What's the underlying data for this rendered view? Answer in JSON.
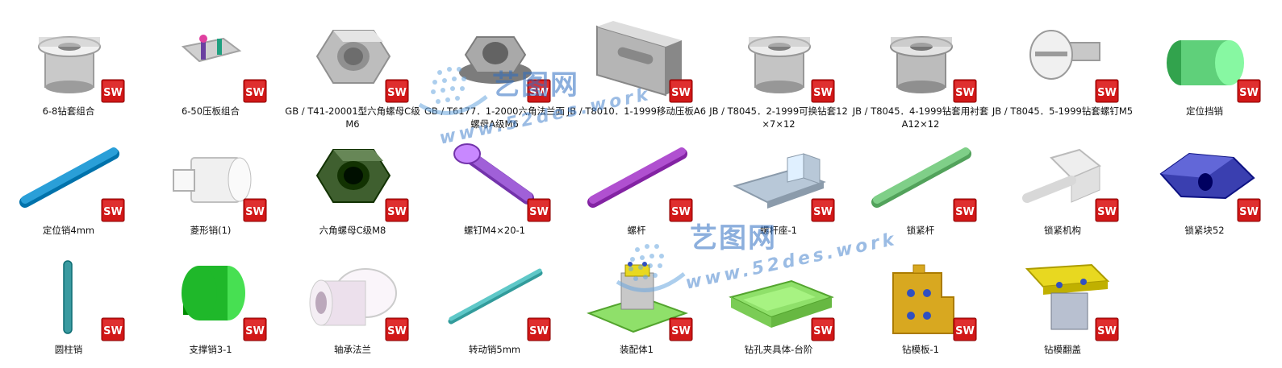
{
  "format_badge": "SW",
  "watermark": {
    "cn": "艺图网",
    "en": "www.52des.work"
  },
  "items": [
    {
      "label": "6-8钻套组合",
      "icon": "drill-bushing-assembly-icon",
      "color": "#c9c9c9"
    },
    {
      "label": "6-50压板组合",
      "icon": "clamp-plate-assembly-icon",
      "color": "#d0d0d0"
    },
    {
      "label": "GB / T41-20001型六角螺母C级M6",
      "icon": "hex-nut-icon",
      "color": "#bdbdbd"
    },
    {
      "label": "GB / T6177．1-2000六角法兰面螺母A级M6",
      "icon": "flange-nut-icon",
      "color": "#a9a9a9"
    },
    {
      "label": "JB / T8010．1-1999移动压板A6",
      "icon": "moving-clamp-plate-icon",
      "color": "#b5b5b5"
    },
    {
      "label": "JB / T8045．2-1999可换钻套12×7×12",
      "icon": "replaceable-bushing-icon",
      "color": "#c4c4c4"
    },
    {
      "label": "JB / T8045．4-1999钻套用衬套A12×12",
      "icon": "bushing-liner-icon",
      "color": "#bcbcbc"
    },
    {
      "label": "JB / T8045．5-1999钻套螺钉M5",
      "icon": "bushing-screw-icon",
      "color": "#c8c8c8"
    },
    {
      "label": "定位挡销",
      "icon": "locating-stop-pin-icon",
      "color": "#5fd07a"
    },
    {
      "label": "定位销4mm",
      "icon": "locating-pin-icon",
      "color": "#2a9fd8"
    },
    {
      "label": "菱形销(1)",
      "icon": "diamond-pin-icon",
      "color": "#f0f0f0"
    },
    {
      "label": "六角螺母C级M8",
      "icon": "hex-nut-green-icon",
      "color": "#3f5f2f"
    },
    {
      "label": "螺钉M4×20-1",
      "icon": "screw-icon",
      "color": "#a060d8"
    },
    {
      "label": "螺杆",
      "icon": "threaded-rod-icon",
      "color": "#b050d0"
    },
    {
      "label": "螺杆座-1",
      "icon": "rod-seat-icon",
      "color": "#b8c8d8"
    },
    {
      "label": "锁紧杆",
      "icon": "locking-rod-icon",
      "color": "#7fcf88"
    },
    {
      "label": "锁紧机构",
      "icon": "locking-mechanism-icon",
      "color": "#eeeeee"
    },
    {
      "label": "锁紧块52",
      "icon": "locking-block-icon",
      "color": "#3a3fb0"
    },
    {
      "label": "圆柱销",
      "icon": "cylindrical-pin-icon",
      "color": "#3a9aa0"
    },
    {
      "label": "支撑销3-1",
      "icon": "support-pin-icon",
      "color": "#1fb82a"
    },
    {
      "label": "轴承法兰",
      "icon": "bearing-flange-icon",
      "color": "#ece0ec"
    },
    {
      "label": "转动销5mm",
      "icon": "rotating-pin-icon",
      "color": "#5fc8c8"
    },
    {
      "label": "装配体1",
      "icon": "assembly-icon",
      "color": "#8fe06a"
    },
    {
      "label": "钻孔夹具体-台阶",
      "icon": "drilling-fixture-icon",
      "color": "#8fe06a"
    },
    {
      "label": "钻模板-1",
      "icon": "drill-jig-plate-icon",
      "color": "#d8a820"
    },
    {
      "label": "钻模翻盖",
      "icon": "drill-jig-flip-cover-icon",
      "color": "#e8d820"
    }
  ]
}
